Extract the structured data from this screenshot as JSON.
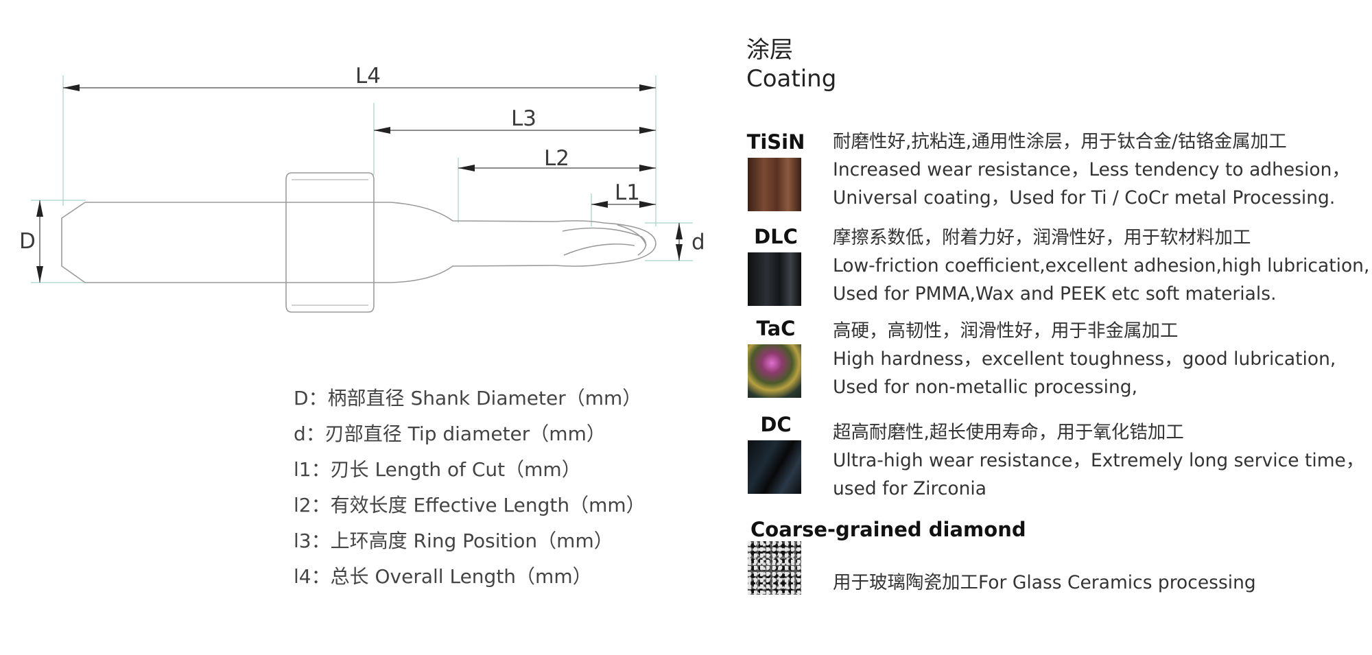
{
  "diagram": {
    "labels": {
      "L4": "L4",
      "L3": "L3",
      "L2": "L2",
      "L1": "L1",
      "D": "D",
      "d": "d"
    },
    "line_color": "#bfbfbf",
    "accent_line_color": "#a8d4cc"
  },
  "legend": [
    "D：柄部直径 Shank Diameter（mm）",
    "d：刃部直径 Tip diameter（mm）",
    "l1：刃长 Length of Cut（mm）",
    "l2：有效长度 Effective Length（mm）",
    "l3：上环高度 Ring Position（mm）",
    "l4：总长 Overall Length（mm）"
  ],
  "coating": {
    "title_cn": "涂层",
    "title_en": "Coating",
    "items": [
      {
        "name": "TiSiN",
        "swatch": "tisin",
        "lines": [
          "耐磨性好,抗粘连,通用性涂层，用于钛合金/钴铬金属加工",
          "Increased wear resistance，Less tendency to adhesion，",
          "Universal coating，Used for Ti / CoCr metal Processing."
        ]
      },
      {
        "name": "DLC",
        "swatch": "dlc",
        "lines": [
          "摩擦系数低，附着力好，润滑性好，用于软材料加工",
          "Low-friction coefficient,excellent adhesion,high lubrication,",
          "Used for PMMA,Wax and PEEK etc soft materials."
        ]
      },
      {
        "name": "TaC",
        "swatch": "tac",
        "lines": [
          "高硬，高韧性，润滑性好，用于非金属加工",
          "High hardness，excellent toughness，good lubrication,",
          "Used for non-metallic processing,"
        ]
      },
      {
        "name": "DC",
        "swatch": "dc",
        "lines": [
          "超高耐磨性,超长使用寿命，用于氧化锆加工",
          "Ultra-high wear resistance，Extremely long service time，",
          "used for Zirconia"
        ]
      },
      {
        "name": "Coarse-grained diamond",
        "swatch": "cg",
        "lines": [
          "用于玻璃陶瓷加工For  Glass Ceramics processing"
        ]
      }
    ]
  }
}
